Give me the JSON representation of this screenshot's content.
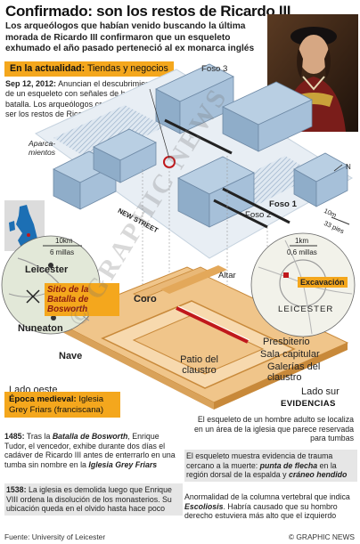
{
  "title": "Confirmado: son los restos de Ricardo III",
  "intro": "Los arqueólogos que habían venido buscando la última morada de Ricardo III confirmaron que un esqueleto exhumado el año pasado perteneció al ex monarca inglés",
  "badge": {
    "prefix": "En la actualidad:",
    "text": "Tiendas y negocios"
  },
  "callout": {
    "date": "Sep 12, 2012:",
    "text": "Anuncian el descubrimiento de un esqueleto con señales de heridas de batalla. Los arqueólogos creen que pueden ser los restos de Ricardo III"
  },
  "legend_parking": "Aparca- mientos",
  "site_labels": {
    "foso3": "Foso 3",
    "foso1": "Foso 1",
    "foso2": "Foso 2",
    "new_street": "NEW STREET",
    "altar": "Altar",
    "coro": "Coro",
    "nave": "Nave",
    "presbiterio": "Presbiterio",
    "sala_capitular": "Sala capitular",
    "galerias": "Galerías del claustro",
    "patio": "Patio del claustro",
    "lado_oeste": "Lado oeste",
    "lado_sur": "Lado sur",
    "north": "N",
    "scale_site": "10m",
    "scale_site_ft": "33 pies"
  },
  "map_left": {
    "scale_km": "10km",
    "scale_mi": "6 millas",
    "leicester": "Leicester",
    "battle": "Sitio de la Batalla de Bosworth",
    "nuneaton": "Nuneaton"
  },
  "map_right": {
    "scale_km": "1km",
    "scale_mi": "0,6 millas",
    "excavacion": "Excavación",
    "leicester": "LEICESTER"
  },
  "medieval": {
    "prefix": "Época medieval:",
    "text": "Iglesia Grey Friars (franciscana)"
  },
  "history": [
    {
      "year": "1485:",
      "text_a": "Tras la ",
      "em1": "Batalla de Bosworth",
      "text_b": ", Enrique Tudor, el vencedor, exhibe durante dos días el cadáver de Ricardo III antes de enterrarlo en una tumba sin nombre en la ",
      "em2": "Iglesia Grey Friars"
    },
    {
      "year": "1538:",
      "text_a": "La iglesia es demolida luego que Enrique VIII ordena la disolución de los monasterios. Su ubicación queda en el olvido hasta hace poco",
      "em1": "",
      "text_b": "",
      "em2": ""
    }
  ],
  "evidence_title": "EVIDENCIAS",
  "evidence": [
    {
      "text": "El esqueleto de un hombre adulto se localiza en un área de la iglesia que parece reservada para tumbas"
    },
    {
      "text_a": "El esqueleto muestra evidencia de trauma cercano a la muerte: ",
      "em1": "punta de flecha",
      "text_b": " en la región dorsal de la espalda y ",
      "em2": "cráneo hendido"
    },
    {
      "text_a": "Anormalidad de la columna vertebral que indica ",
      "em1": "Escoliosis",
      "text_b": ". Habría causado que su hombro derecho estuviera más alto que el izquierdo"
    }
  ],
  "watermark": "© GRAPHIC NEWS",
  "footer": {
    "source": "Fuente: University of Leicester",
    "credit": "© GRAPHIC NEWS"
  },
  "colors": {
    "accent": "#f4a71d",
    "building": "#b9cfe3",
    "excavation": "#e3a85a",
    "trench": "#c0181c"
  }
}
